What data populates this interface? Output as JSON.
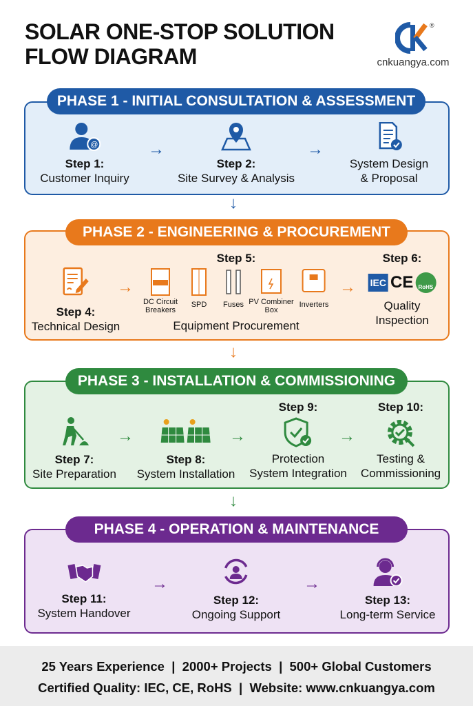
{
  "title": {
    "line1": "SOLAR ONE-STOP SOLUTION",
    "line2": "FLOW DIAGRAM"
  },
  "logo": {
    "letters": "CK",
    "registered": "®",
    "website": "cnkuangya.com"
  },
  "colors": {
    "phase1": "#1f5aa6",
    "phase2": "#e8791c",
    "phase3": "#2f8a3f",
    "phase4": "#6c2a8f"
  },
  "phases": [
    {
      "title": "PHASE 1 - INITIAL CONSULTATION & ASSESSMENT",
      "steps": [
        {
          "step": "Step 1:",
          "desc": "Customer Inquiry",
          "icon": "user-email-icon"
        },
        {
          "step": "Step 2:",
          "desc": "Site Survey & Analysis",
          "icon": "map-pin-icon"
        },
        {
          "step": "System Design",
          "desc": "& Proposal",
          "icon": "document-check-icon"
        }
      ]
    },
    {
      "title": "PHASE 2 - ENGINEERING & PROCUREMENT",
      "steps": [
        {
          "step": "Step 4:",
          "desc": "Technical Design",
          "icon": "document-pen-icon"
        },
        {
          "step": "Step 5:",
          "desc": "Equipment Procurement",
          "items": [
            "DC Circuit Breakers",
            "SPD",
            "Fuses",
            "PV Combiner Box",
            "Inverters"
          ]
        },
        {
          "step": "Step 6:",
          "desc1": "Quality",
          "desc2": "Inspection",
          "certs": [
            "IEC",
            "CE",
            "RoHS"
          ]
        }
      ]
    },
    {
      "title": "PHASE 3 - INSTALLATION & COMMISSIONING",
      "steps": [
        {
          "step": "Step 7:",
          "desc": "Site Preparation",
          "icon": "worker-shovel-icon"
        },
        {
          "step": "Step 8:",
          "desc": "System Installation",
          "icon": "solar-panels-icon"
        },
        {
          "step": "Step 9:",
          "desc1": "Protection",
          "desc2": "System Integration",
          "icon": "shield-check-icon"
        },
        {
          "step": "Step 10:",
          "desc1": "Testing &",
          "desc2": "Commissioning",
          "icon": "gear-search-icon"
        }
      ]
    },
    {
      "title": "PHASE 4 - OPERATION & MAINTENANCE",
      "steps": [
        {
          "step": "Step 11:",
          "desc": "System Handover",
          "icon": "handshake-icon"
        },
        {
          "step": "Step 12:",
          "desc": "Ongoing Support",
          "icon": "support-cycle-icon"
        },
        {
          "step": "Step 13:",
          "desc": "Long-term Service",
          "icon": "headset-agent-icon"
        }
      ]
    }
  ],
  "footer": {
    "line1": "25 Years Experience  |  2000+ Projects  |  500+ Global Customers",
    "line2": "Certified Quality: IEC, CE, RoHS  |  Website: www.cnkuangya.com"
  }
}
